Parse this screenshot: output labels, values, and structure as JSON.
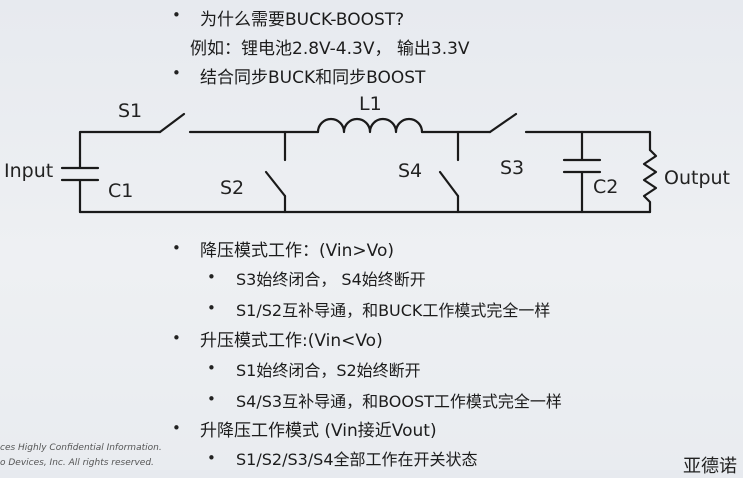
{
  "intro": {
    "line1": "为什么需要BUCK-BOOST?",
    "line2": "例如：锂电池2.8V-4.3V，  输出3.3V",
    "line3": "结合同步BUCK和同步BOOST"
  },
  "bullets": {
    "level1": "•",
    "level2": "•"
  },
  "circuit": {
    "s1": "S1",
    "l1": "L1",
    "input": "Input",
    "c1": "C1",
    "s2": "S2",
    "s4": "S4",
    "s3": "S3",
    "c2": "C2",
    "output": "Output"
  },
  "modes": {
    "buck": {
      "title": "降压模式工作：(Vin>Vo)",
      "sub1": "S3始终闭合，  S4始终断开",
      "sub2": "S1/S2互补导通，和BUCK工作模式完全一样"
    },
    "boost": {
      "title": "升压模式工作:(Vin<Vo)",
      "sub1": "S1始终闭合，S2始终断开",
      "sub2": "S4/S3互补导通，和BOOST工作模式完全一样"
    },
    "buckboost": {
      "title": "升降压工作模式 (Vin接近Vout)",
      "sub1": "S1/S2/S3/S4全部工作在开关状态"
    }
  },
  "footer": {
    "line1": "ces Highly Confidential Information.",
    "line2": "o Devices, Inc. All rights reserved."
  },
  "watermark": "亚德诺"
}
